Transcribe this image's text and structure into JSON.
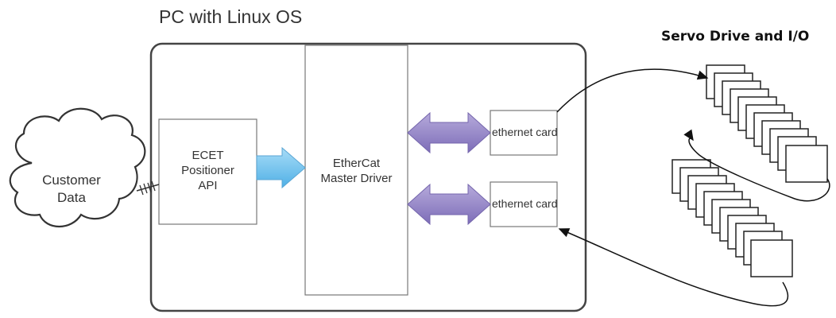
{
  "diagram": {
    "pc_title": "PC with Linux OS",
    "servo_title": "Servo Drive and I/O",
    "customer_data": {
      "line1": "Customer",
      "line2": "Data"
    },
    "positioner": {
      "line1": "ECET",
      "line2": "Positioner",
      "line3": "API"
    },
    "master_driver": {
      "line1": "EtherCat",
      "line2": "Master Driver"
    },
    "ethernet_cards": [
      "ethernet card",
      "ethernet card"
    ]
  },
  "colors": {
    "arrow_blue": "#7fc6ee",
    "arrow_purple": "#9b8cc9",
    "box_border": "#555555"
  }
}
